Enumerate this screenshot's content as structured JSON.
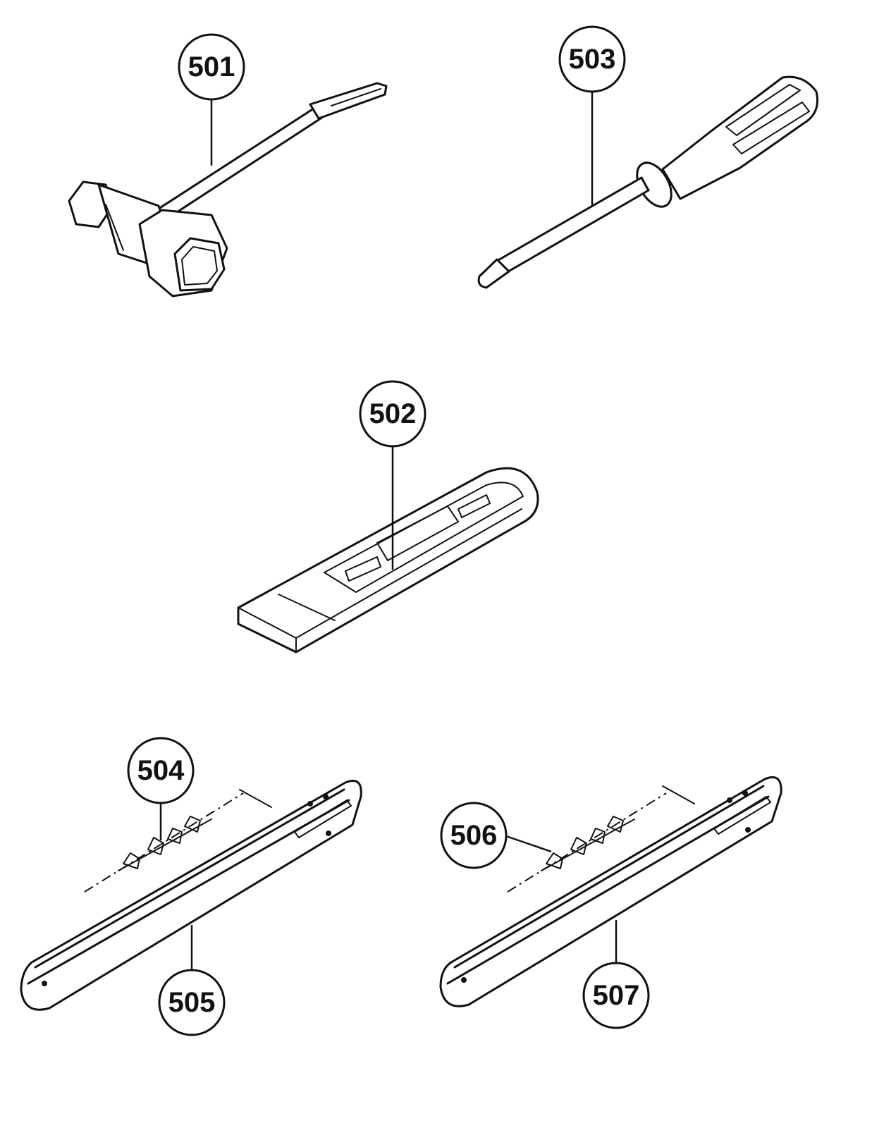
{
  "callouts": [
    {
      "id": "c501",
      "label": "501"
    },
    {
      "id": "c503",
      "label": "503"
    },
    {
      "id": "c502",
      "label": "502"
    },
    {
      "id": "c504",
      "label": "504"
    },
    {
      "id": "c505",
      "label": "505"
    },
    {
      "id": "c506",
      "label": "506"
    },
    {
      "id": "c507",
      "label": "507"
    }
  ],
  "parts": [
    {
      "callout": "501",
      "icon": "t-wrench-icon"
    },
    {
      "callout": "503",
      "icon": "screwdriver-icon"
    },
    {
      "callout": "502",
      "icon": "bar-cover-icon"
    },
    {
      "callout": "504",
      "icon": "saw-chain-icon"
    },
    {
      "callout": "505",
      "icon": "guide-bar-icon"
    },
    {
      "callout": "506",
      "icon": "saw-chain-icon"
    },
    {
      "callout": "507",
      "icon": "guide-bar-icon"
    }
  ]
}
